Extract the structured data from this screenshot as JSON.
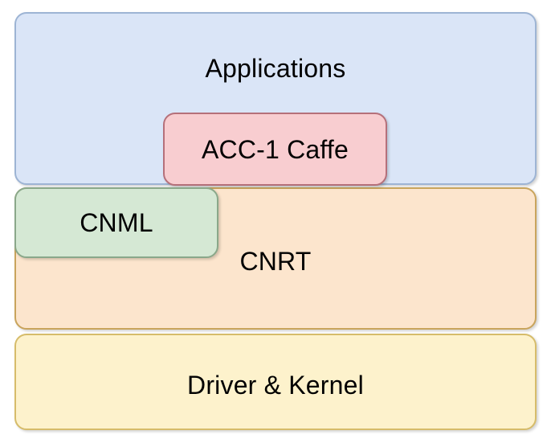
{
  "diagram": {
    "type": "layered-software-stack",
    "background_color": "#ffffff",
    "layers": [
      {
        "id": "applications",
        "label": "Applications",
        "fill_color": "#dae5f7",
        "border_color": "#9db4d4"
      },
      {
        "id": "acc-1-caffe",
        "label": "ACC-1 Caffe",
        "fill_color": "#f8cdd0",
        "border_color": "#b5707a"
      },
      {
        "id": "cnml",
        "label": "CNML",
        "fill_color": "#d5e8d4",
        "border_color": "#8aa88a"
      },
      {
        "id": "cnrt",
        "label": "CNRT",
        "fill_color": "#fce5cd",
        "border_color": "#c9a45c"
      },
      {
        "id": "driver-kernel",
        "label": "Driver & Kernel",
        "fill_color": "#fdf2cc",
        "border_color": "#d6bc6a"
      }
    ]
  }
}
